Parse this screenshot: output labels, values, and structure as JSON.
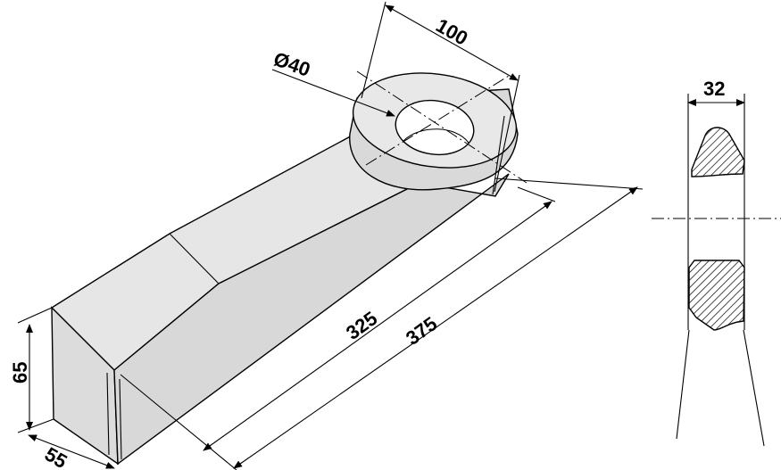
{
  "drawing": {
    "dimensions": {
      "eye_width": "100",
      "hole_diameter": "Ø40",
      "section_thickness": "32",
      "length_to_hole": "325",
      "overall_length": "375",
      "height": "65",
      "width": "55"
    },
    "colors": {
      "body_fill": "#e3e3e3",
      "line": "#000000",
      "background": "#ffffff"
    }
  }
}
